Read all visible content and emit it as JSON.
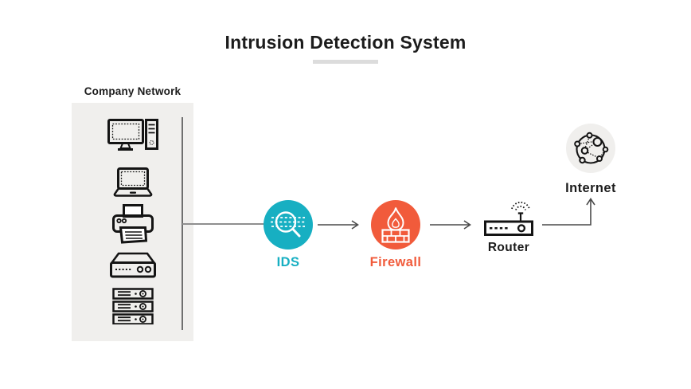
{
  "title": "Intrusion Detection System",
  "colors": {
    "ink": "#1c1c1c",
    "teal": "#17afc2",
    "orange": "#f15b3b",
    "panel-gray": "#f0efed",
    "internet-bg": "#f0efed",
    "icon-stroke": "#141414",
    "underline-gray": "#dcdcdc",
    "connector-gray": "#8f8f8f",
    "arrow-dark": "#4a4a4a",
    "bracket-gray": "#6f6f6f"
  },
  "network_panel": {
    "label": "Company Network",
    "devices": [
      "desktop-computer",
      "laptop",
      "printer",
      "network-switch",
      "server-rack"
    ]
  },
  "nodes": {
    "ids": {
      "label": "IDS",
      "icon": "magnifier-scan-icon"
    },
    "firewall": {
      "label": "Firewall",
      "icon": "flame-brick-icon"
    },
    "router": {
      "label": "Router",
      "icon": "wireless-router-icon"
    },
    "internet": {
      "label": "Internet",
      "icon": "network-globe-icon"
    }
  },
  "flow": [
    "company-network",
    "ids",
    "firewall",
    "router",
    "internet"
  ]
}
